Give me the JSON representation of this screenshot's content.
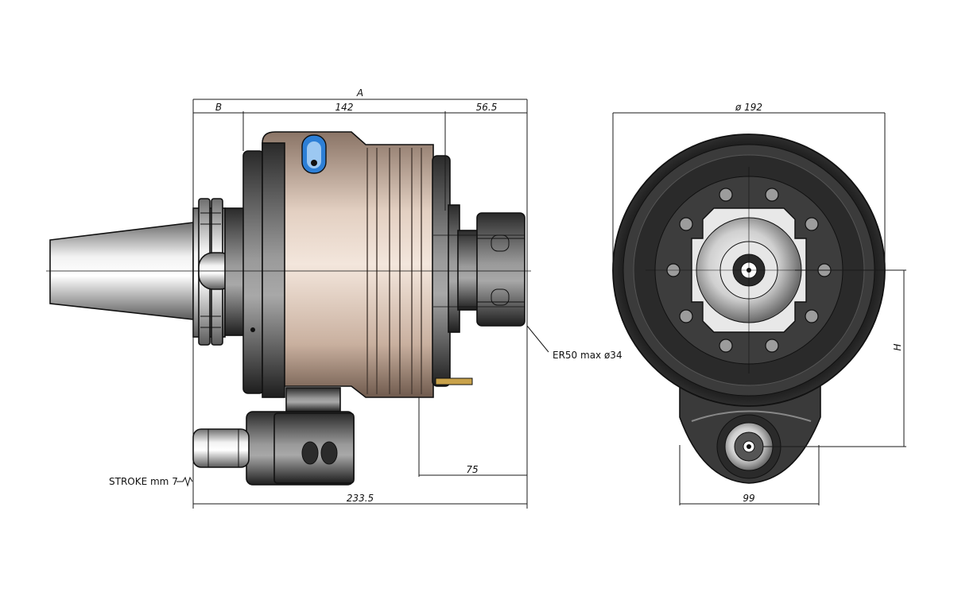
{
  "dimensions": {
    "A": "A",
    "B": "B",
    "d142": "142",
    "d56_5": "56.5",
    "d75": "75",
    "d233_5": "233.5",
    "dia192": "ø 192",
    "d99": "99",
    "H": "H"
  },
  "labels": {
    "collet": "ER50 max ø34",
    "stroke": "STROKE mm 7"
  },
  "colors": {
    "body_tan": "#d8c3b3",
    "dark_steel": "#3a3a3a",
    "light_steel": "#bfbfbf",
    "blue_accent": "#2d7fd6"
  }
}
